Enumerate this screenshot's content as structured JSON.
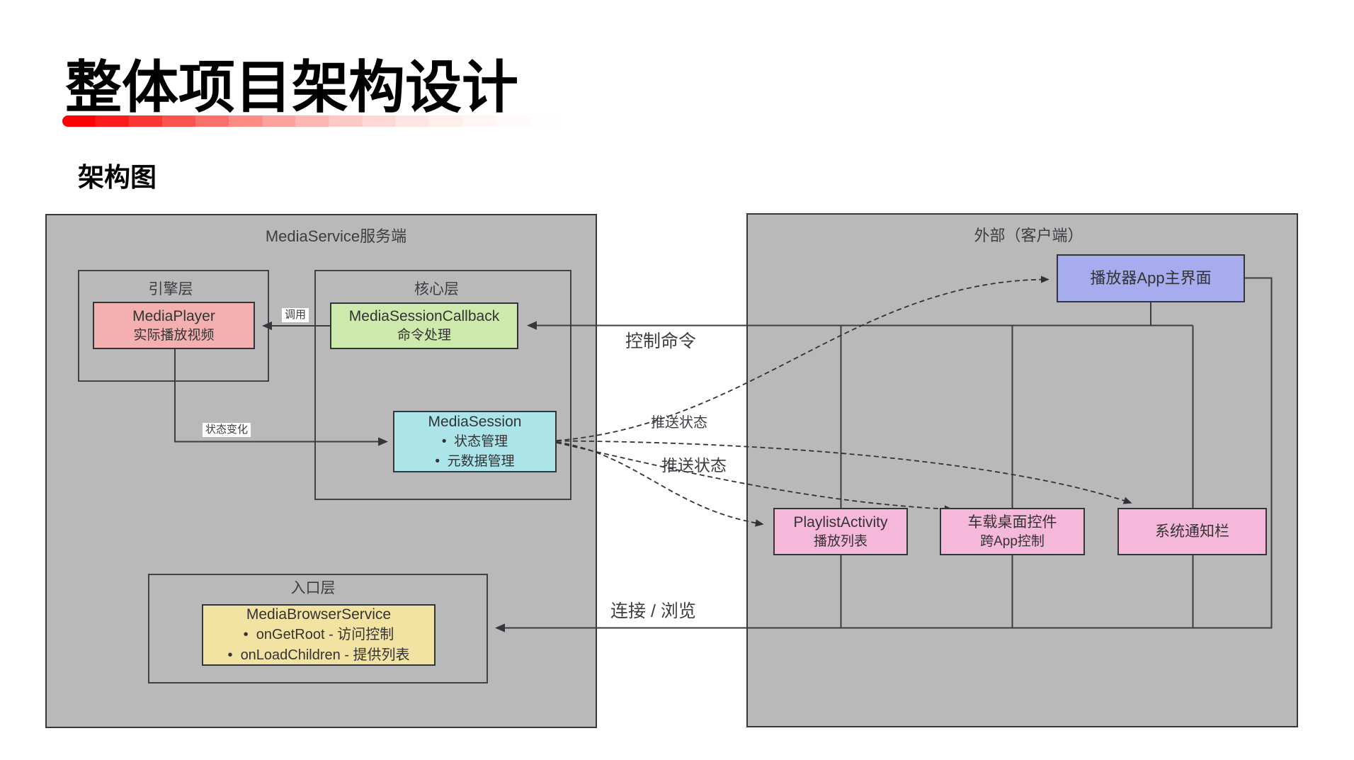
{
  "slide": {
    "title": "整体项目架构设计",
    "subtitle": "架构图",
    "accent_color": "#fa0305",
    "background": "#ffffff"
  },
  "diagram": {
    "server": {
      "label": "MediaService服务端",
      "layers": {
        "engine": {
          "label": "引擎层"
        },
        "core": {
          "label": "核心层"
        },
        "entry": {
          "label": "入口层"
        }
      },
      "nodes": {
        "media_player": {
          "title": "MediaPlayer",
          "subtitle": "实际播放视频",
          "fill": "#f4b0b0"
        },
        "media_session_callback": {
          "title": "MediaSessionCallback",
          "subtitle": "命令处理",
          "fill": "#cde9ac"
        },
        "media_session": {
          "title": "MediaSession",
          "bullets": [
            "状态管理",
            "元数据管理"
          ],
          "fill": "#ace5e9"
        },
        "media_browser_service": {
          "title": "MediaBrowserService",
          "bullets": [
            "onGetRoot - 访问控制",
            "onLoadChildren - 提供列表"
          ],
          "fill": "#f2e3a2"
        }
      }
    },
    "client": {
      "label": "外部（客户端）",
      "nodes": {
        "player_app": {
          "title": "播放器App主界面",
          "fill": "#a6acee"
        },
        "playlist_activity": {
          "title": "PlaylistActivity",
          "subtitle": "播放列表",
          "fill": "#f5b8da"
        },
        "car_widget": {
          "title": "车载桌面控件",
          "subtitle": "跨App控制",
          "fill": "#f5b8da"
        },
        "notification_bar": {
          "title": "系统通知栏",
          "fill": "#f5b8da"
        }
      }
    },
    "edge_labels": {
      "invoke": "调用",
      "state_change": "状态变化",
      "control_command": "控制命令",
      "push_state_upper": "推送状态",
      "push_state_lower": "推送状态",
      "connect_browse": "连接 / 浏览"
    },
    "colors": {
      "container_fill": "#b9b9b9",
      "container_border": "#34383d",
      "wire": "#3a3d41",
      "node_border": "#333639",
      "label_text": "#3b3e42"
    }
  }
}
